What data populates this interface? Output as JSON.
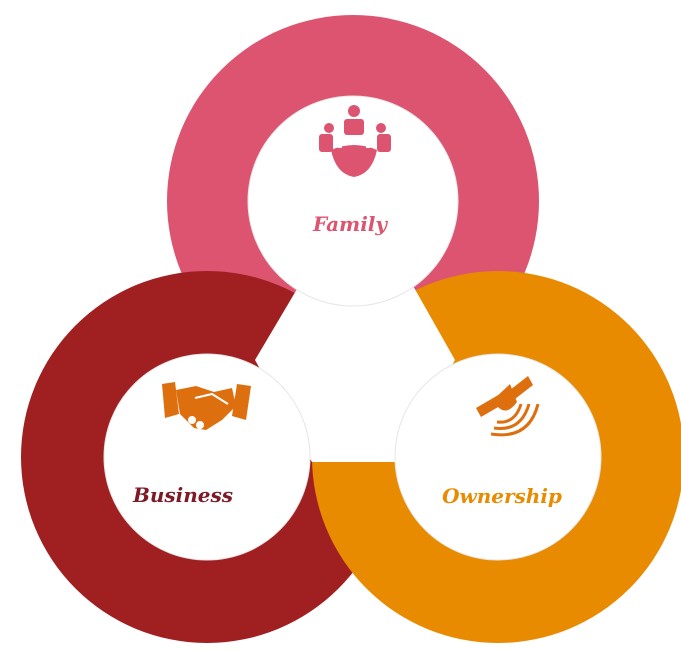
{
  "diagram": {
    "colors": {
      "family": "#dc5470",
      "business": "#a01f21",
      "ownership": "#e88b00",
      "icon": "#de6f0f",
      "background": "#ffffff"
    },
    "circles": [
      {
        "id": "family",
        "label": "Family",
        "icon": "people-around-table-icon",
        "label_color": "#dc5470"
      },
      {
        "id": "business",
        "label": "Business",
        "icon": "handshake-icon",
        "label_color": "#7d1a26"
      },
      {
        "id": "ownership",
        "label": "Ownership",
        "icon": "satellite-dish-icon",
        "label_color": "#e88b00"
      }
    ]
  }
}
